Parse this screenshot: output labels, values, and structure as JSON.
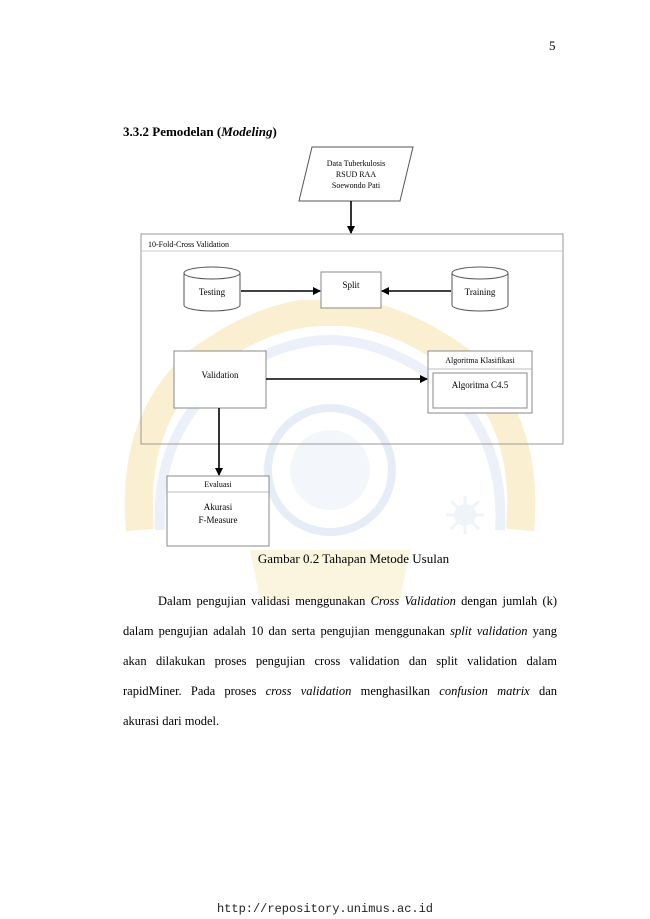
{
  "page": {
    "number": "5",
    "section_heading_prefix": "3.3.2 Pemodelan (",
    "section_heading_italic": "Modeling",
    "section_heading_suffix": ")"
  },
  "diagram": {
    "input_data_lines": [
      "Data Tuberkulosis",
      "RSUD RAA",
      "Soewondo Pati"
    ],
    "cv_container_label": "10-Fold-Cross Validation",
    "testing_label": "Testing",
    "split_label": "Split",
    "training_label": "Training",
    "validation_label": "Validation",
    "algorithm_group_label": "Algoritma Klasifikasi",
    "algorithm_label": "Algoritma C4.5",
    "evaluation_title": "Evaluasi",
    "evaluation_items": [
      "Akurasi",
      "F-Measure"
    ]
  },
  "figure_caption": "Gambar 0.2 Tahapan Metode Usulan",
  "paragraph": {
    "line1_a": "Dalam pengujian validasi menggunakan ",
    "line1_b": "Cross Validation",
    "line1_c": " dengan jumlah (k)",
    "line2_a": "dalam pengujian adalah 10 dan serta pengujian menggunakan ",
    "line2_b": "split validation",
    "line2_c": " yang",
    "line3": "akan dilakukan proses pengujian cross validation dan split validation dalam",
    "line4_a": "rapidMiner. Pada proses ",
    "line4_b": "cross validation",
    "line4_c": " menghasilkan ",
    "line4_d": "confusion matrix",
    "line4_e": " dan",
    "line5": "akurasi dari model."
  },
  "footer": {
    "url": "http://repository.unimus.ac.id"
  }
}
